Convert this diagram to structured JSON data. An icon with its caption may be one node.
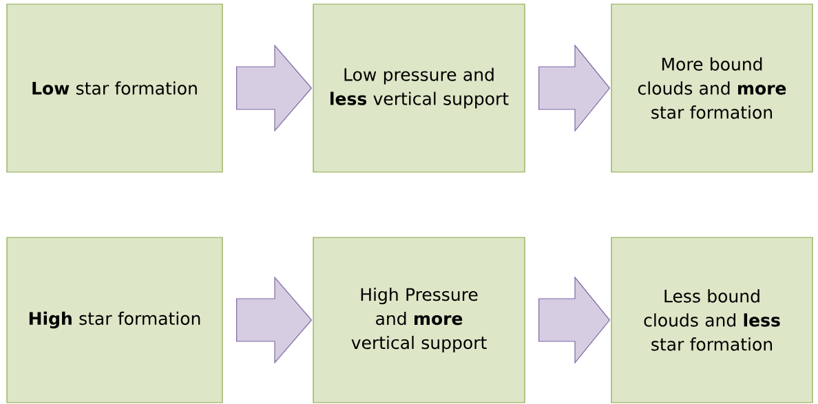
{
  "diagram": {
    "nodes": [
      {
        "text": [
          "**Low** star formation"
        ]
      },
      {
        "text": [
          "Low pressure and **less** vertical support"
        ]
      },
      {
        "text": [
          "More bound clouds and **more** star formation"
        ]
      },
      {
        "text": [
          "**High** star formation"
        ]
      },
      {
        "text": [
          "High Pressure and **more** vertical support"
        ]
      },
      {
        "text": [
          "Less bound clouds and **less** star formation"
        ]
      }
    ],
    "edges": [
      {
        "from": 0,
        "to": 1,
        "arrow": "to"
      },
      {
        "from": 1,
        "to": 2,
        "arrow": "to"
      },
      {
        "from": 3,
        "to": 4,
        "arrow": "to"
      },
      {
        "from": 4,
        "to": 5,
        "arrow": "to"
      }
    ]
  }
}
